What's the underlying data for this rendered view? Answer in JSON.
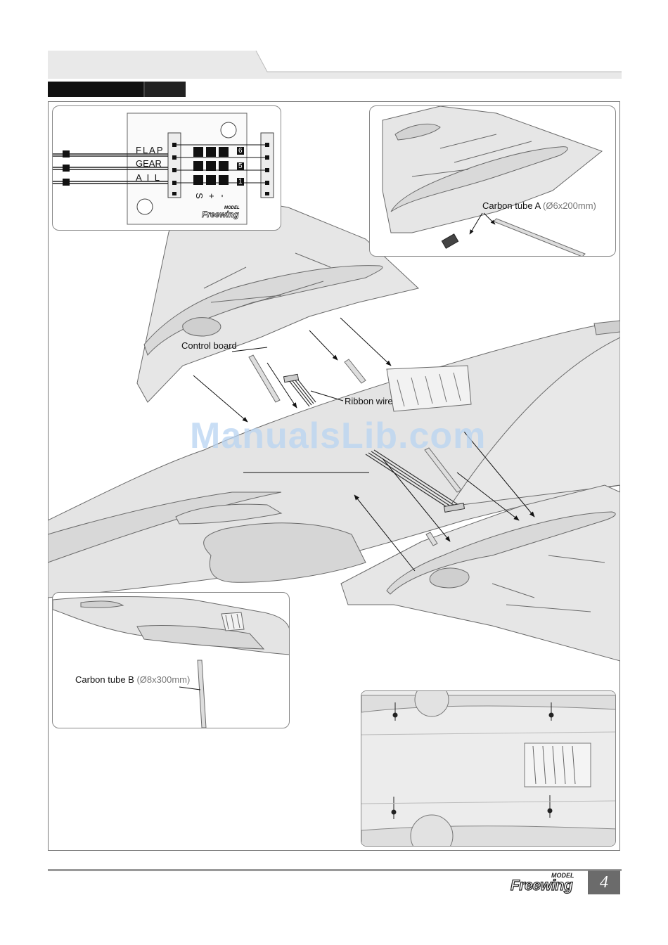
{
  "header": {
    "section_title": ""
  },
  "inset_board": {
    "pin_labels": [
      "FLAP",
      "GEAR",
      "A I L"
    ],
    "channel_marks": [
      "6",
      "5",
      "1"
    ],
    "polarity": [
      "S",
      "+",
      "-"
    ],
    "brand": "Freewing",
    "brand_sub": "MODEL"
  },
  "callouts": {
    "carbon_tube_a": "Carbon tube A",
    "carbon_tube_a_spec": "(Ø6x200mm)",
    "control_board": "Control board",
    "ribbon_wire": "Ribbon wire",
    "carbon_tube_b": "Carbon tube B",
    "carbon_tube_b_spec": "(Ø8x300mm)"
  },
  "watermark": "ManualsLib.com",
  "footer": {
    "brand": "Freewing",
    "brand_sub": "MODEL",
    "page_number": "4"
  },
  "colors": {
    "part_fill": "#e4e4e4",
    "part_stroke": "#6a6a6a",
    "watermark": "#b8d4f2",
    "page_box": "#6b6b6b"
  }
}
